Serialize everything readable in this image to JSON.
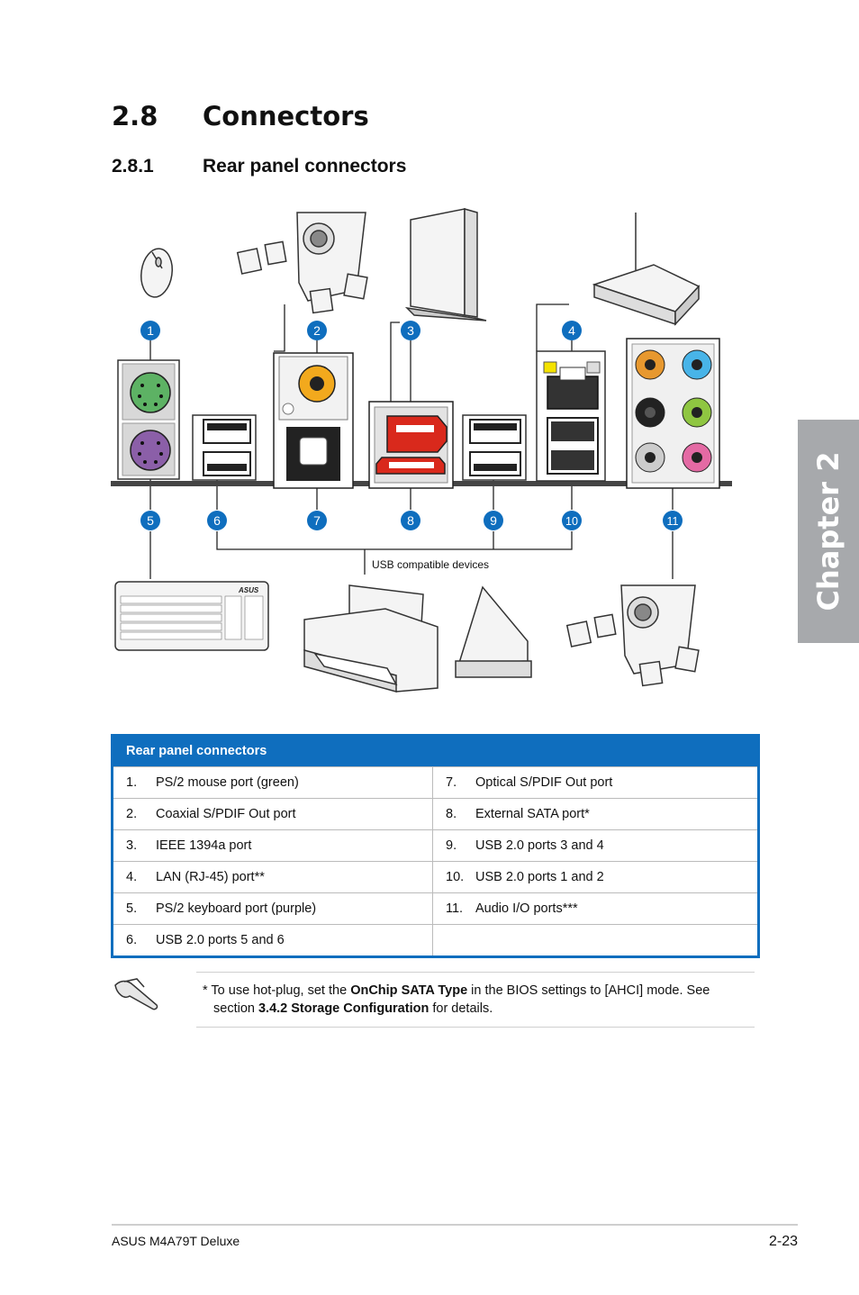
{
  "heading": {
    "number": "2.8",
    "title": "Connectors"
  },
  "subheading": {
    "number": "2.8.1",
    "title": "Rear panel connectors"
  },
  "chapter_tab": "Chapter 2",
  "diagram": {
    "callouts_top": [
      "1",
      "2",
      "3",
      "4"
    ],
    "callouts_bottom": [
      "5",
      "6",
      "7",
      "8",
      "9",
      "10",
      "11"
    ],
    "usb_label": "USB compatible devices",
    "keyboard_brand": "ASUS",
    "colors": {
      "callout": "#0f6ebe",
      "ps2_mouse": "#5db264",
      "ps2_keyboard": "#8b5fa8",
      "coax": "#f2a91d",
      "sata_port": "#d9291c",
      "audio_orange": "#e7982f",
      "audio_blue": "#48b4e8",
      "audio_black": "#222222",
      "audio_green": "#8fc641",
      "audio_gray": "#cccccc",
      "audio_pink": "#e46aa4"
    }
  },
  "table": {
    "header": "Rear panel connectors",
    "rows": [
      {
        "left": {
          "n": "1.",
          "text": "PS/2 mouse port (green)"
        },
        "right": {
          "n": "7.",
          "text": "Optical S/PDIF Out port"
        }
      },
      {
        "left": {
          "n": "2.",
          "text": "Coaxial S/PDIF Out port"
        },
        "right": {
          "n": "8.",
          "text": "External SATA port*"
        }
      },
      {
        "left": {
          "n": "3.",
          "text": "IEEE 1394a port"
        },
        "right": {
          "n": "9.",
          "text": "USB 2.0 ports 3 and 4"
        }
      },
      {
        "left": {
          "n": "4.",
          "text": "LAN (RJ-45) port**"
        },
        "right": {
          "n": "10.",
          "text": "USB 2.0 ports 1 and 2"
        }
      },
      {
        "left": {
          "n": "5.",
          "text": "PS/2 keyboard port (purple)"
        },
        "right": {
          "n": "11.",
          "text": "Audio I/O ports***"
        }
      },
      {
        "left": {
          "n": "6.",
          "text": "USB 2.0 ports 5 and 6"
        },
        "right": {
          "n": "",
          "text": ""
        }
      }
    ]
  },
  "note": {
    "prefix": "* To use hot-plug, set the ",
    "bold1": "OnChip SATA Type",
    "mid": " in the BIOS settings to [AHCI] mode. See section ",
    "bold2": "3.4.2 Storage Configuration",
    "suffix": " for details."
  },
  "footer": {
    "left": "ASUS M4A79T Deluxe",
    "right": "2-23"
  }
}
